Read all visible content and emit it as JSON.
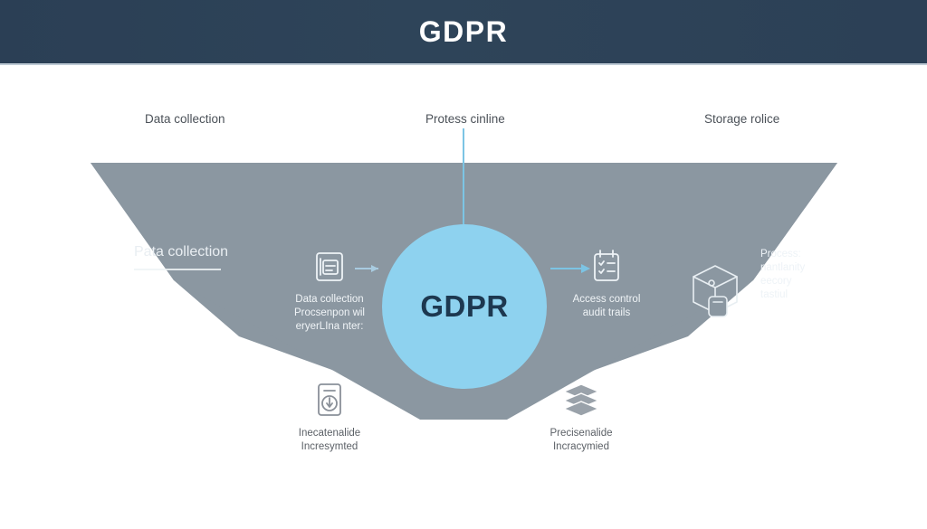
{
  "header": {
    "title": "GDPR",
    "background_color": "#2c4258",
    "text_color": "#ffffff"
  },
  "canvas": {
    "background_color": "#ffffff",
    "band_color": "#8b97a1",
    "circle_color": "#8ed2ef",
    "connector_color": "#7cc4e4"
  },
  "stage_labels": [
    {
      "label": "Data collection",
      "icon": "none"
    },
    {
      "label": "Protess cinline",
      "icon": "none"
    },
    {
      "label": "Storage rolice",
      "icon": "none"
    }
  ],
  "center": {
    "label": "GDPR",
    "shape": "circle",
    "fill": "#8ed2ef",
    "text_color": "#1d3850"
  },
  "band_heading": {
    "label": "Pata collection",
    "has_rule": true
  },
  "band_right_block": {
    "icon": "cube-box-icon",
    "lines": [
      "Process:",
      "nantlanity",
      "eecory",
      "tastiul"
    ]
  },
  "nodes": [
    {
      "id": "node-left",
      "icon": "document-card-icon",
      "lines": [
        "Data collection",
        "Procsenpon wil",
        "eryerLIna nter:"
      ]
    },
    {
      "id": "node-right",
      "icon": "clipboard-checklist-icon",
      "lines": [
        "Access control",
        "audit trails"
      ]
    },
    {
      "id": "node-bottom-left",
      "icon": "lock-safe-icon",
      "lines": [
        "Inecatenalide",
        "Incresymted"
      ]
    },
    {
      "id": "node-bottom-right",
      "icon": "stacked-layers-icon",
      "lines": [
        "Precisenalide",
        "Incracymied"
      ]
    }
  ],
  "connectors": [
    {
      "from": "stage-label-2",
      "to": "center",
      "orientation": "vertical"
    },
    {
      "from": "node-left",
      "to": "center",
      "orientation": "horizontal-right"
    },
    {
      "from": "center",
      "to": "node-right",
      "orientation": "horizontal-right"
    }
  ]
}
